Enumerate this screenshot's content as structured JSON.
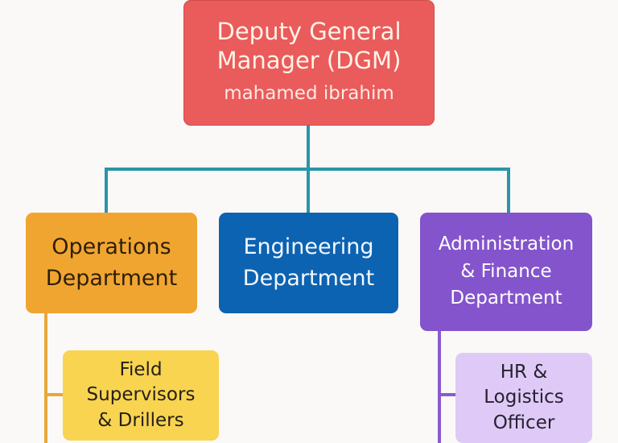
{
  "colors": {
    "background": "#fbf9f7",
    "dgm": "#ea5b5b",
    "operations": "#f1a531",
    "engineering": "#0c63b1",
    "administration": "#8454cc",
    "field_supervisors": "#f8d451",
    "hr_logistics": "#dfcaf7",
    "connector_main": "#2a95a8",
    "connector_operations": "#e8a83a",
    "connector_administration": "#8a5ad0"
  },
  "dgm": {
    "title_line1": "Deputy General",
    "title_line2": "Manager (DGM)",
    "name": "mahamed ibrahim"
  },
  "departments": {
    "operations": {
      "line1": "Operations",
      "line2": "Department"
    },
    "engineering": {
      "line1": "Engineering",
      "line2": "Department"
    },
    "administration": {
      "line1": "Administration",
      "line2": "& Finance",
      "line3": "Department"
    }
  },
  "sub_units": {
    "field_supervisors": {
      "line1": "Field",
      "line2": "Supervisors",
      "line3": "& Drillers"
    },
    "hr_logistics": {
      "line1": "HR &",
      "line2": "Logistics",
      "line3": "Officer"
    }
  }
}
